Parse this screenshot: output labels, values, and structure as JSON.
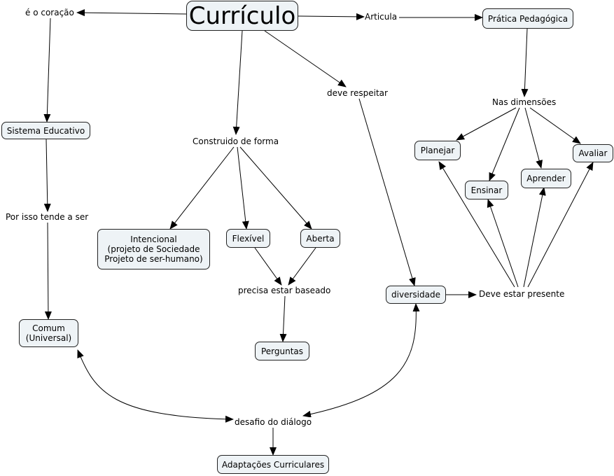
{
  "nodes": {
    "curriculo": "Currículo",
    "sistema_educativo": "Sistema Educativo",
    "pratica_pedagogica": "Prática Pedagógica",
    "intencional": "Intencional\n(projeto de Sociedade\nProjeto de ser-humano)",
    "flexivel": "Flexível",
    "aberta": "Aberta",
    "comum": "Comum\n(Universal)",
    "perguntas": "Perguntas",
    "diversidade": "diversidade",
    "planejar": "Planejar",
    "avaliar": "Avaliar",
    "ensinar": "Ensinar",
    "aprender": "Aprender",
    "adaptacoes": "Adaptações Curriculares"
  },
  "labels": {
    "e_o_coracao": "é o coração",
    "articula": "Articula",
    "deve_respeitar": "deve respeitar",
    "nas_dimensoes": "Nas dimensões",
    "construido_de_forma": "Construido de forma",
    "por_isso_tende_a_ser": "Por isso tende a ser",
    "precisa_estar_baseado": "precisa estar baseado",
    "deve_estar_presente": "Deve estar presente",
    "desafio_do_dialogo": "desafio do diálogo"
  }
}
